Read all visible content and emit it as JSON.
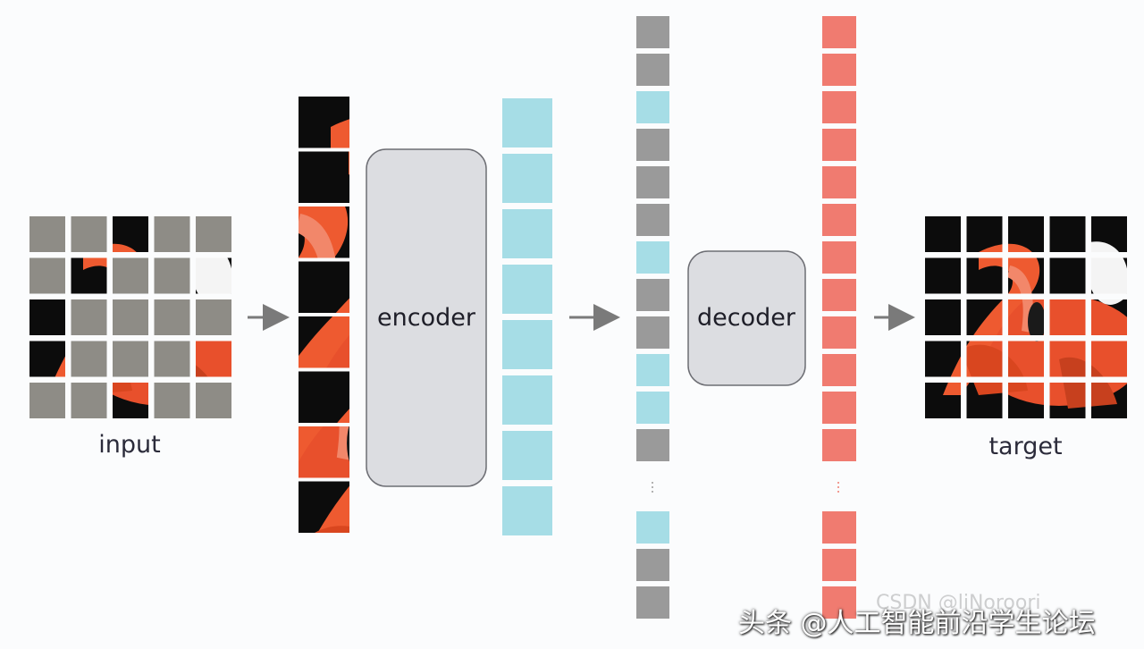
{
  "labels": {
    "input": "input",
    "target": "target",
    "encoder": "encoder",
    "decoder": "decoder"
  },
  "watermark": {
    "faint": "CSDN @liNoroori",
    "main": "头条 @人工智能前沿学生论坛"
  },
  "grid": {
    "rows": 5,
    "cols": 5,
    "visible_input_cells": [
      [
        0,
        2
      ],
      [
        1,
        1
      ],
      [
        1,
        4
      ],
      [
        2,
        0
      ],
      [
        3,
        0
      ],
      [
        3,
        4
      ],
      [
        4,
        2
      ]
    ]
  },
  "columns": {
    "visible_patch_count": 8,
    "encoded_token_count": 8,
    "full_sequence_top": [
      "mask",
      "mask",
      "token",
      "mask",
      "mask",
      "mask",
      "token",
      "mask",
      "mask",
      "token",
      "token",
      "mask"
    ],
    "full_sequence_bottom": [
      "token",
      "mask",
      "mask"
    ],
    "decoded_top_count": 12,
    "decoded_bottom_count": 3
  },
  "colors": {
    "mask_gray": "#9a9a9a",
    "encoded_cyan": "#a6dde6",
    "decoded_salmon": "#f07b70",
    "box_fill": "#dcdde1",
    "box_stroke": "#6d6e74",
    "arrow": "#7a7a7a",
    "flamingo": "#e8502c",
    "flamingo_dark": "#b83214",
    "background_dark": "#0c0c0c"
  }
}
